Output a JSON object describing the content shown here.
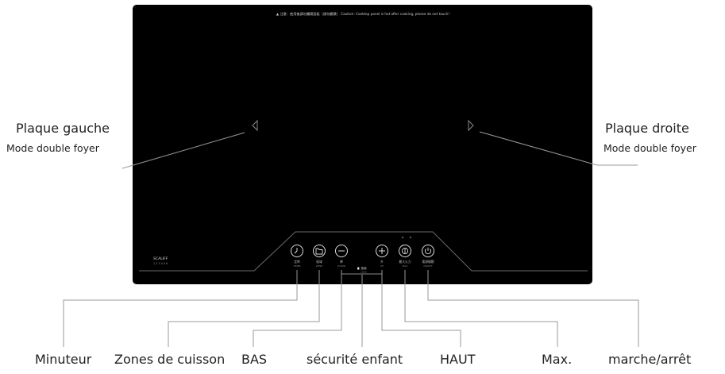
{
  "panel": {
    "warning": "▲ 注意：使用後請勿觸摸面板（請勿觸摸） Caution: Cooktop panel is hot after cooking, please do not touch!",
    "brand": "SCALIFF",
    "brand_sub": "1 2 3 4 5 6"
  },
  "zones": {
    "left_title": "Plaque gauche",
    "left_sub": "Mode double foyer",
    "right_title": "Plaque droite",
    "right_sub": "Mode double foyer"
  },
  "buttons": [
    {
      "id": "timer",
      "icon": "clock-icon",
      "caption": "定時",
      "caption2": "TIMER"
    },
    {
      "id": "zone",
      "icon": "zone-icon",
      "caption": "區域",
      "caption2": "ZONE"
    },
    {
      "id": "down",
      "icon": "minus-icon",
      "caption": "降",
      "caption2": "DOWN"
    },
    {
      "id": "up",
      "icon": "plus-icon",
      "caption": "升",
      "caption2": "UP"
    },
    {
      "id": "max",
      "icon": "max-icon",
      "caption": "最大火力",
      "caption2": "MAX"
    },
    {
      "id": "power",
      "icon": "power-icon",
      "caption": "電源開關",
      "caption2": "ON/OFF"
    }
  ],
  "lock_caption": "童鎖",
  "lock_caption2": "LOCK",
  "labels": {
    "timer": "Minuteur",
    "zones": "Zones de cuisson",
    "down": "BAS",
    "lock": "sécurité enfant",
    "up": "HAUT",
    "max": "Max.",
    "power": "marche/arrêt"
  },
  "colors": {
    "panel": "#000000",
    "panel_lines": "#6a6a6a",
    "leader": "#999999",
    "text": "#222222"
  }
}
